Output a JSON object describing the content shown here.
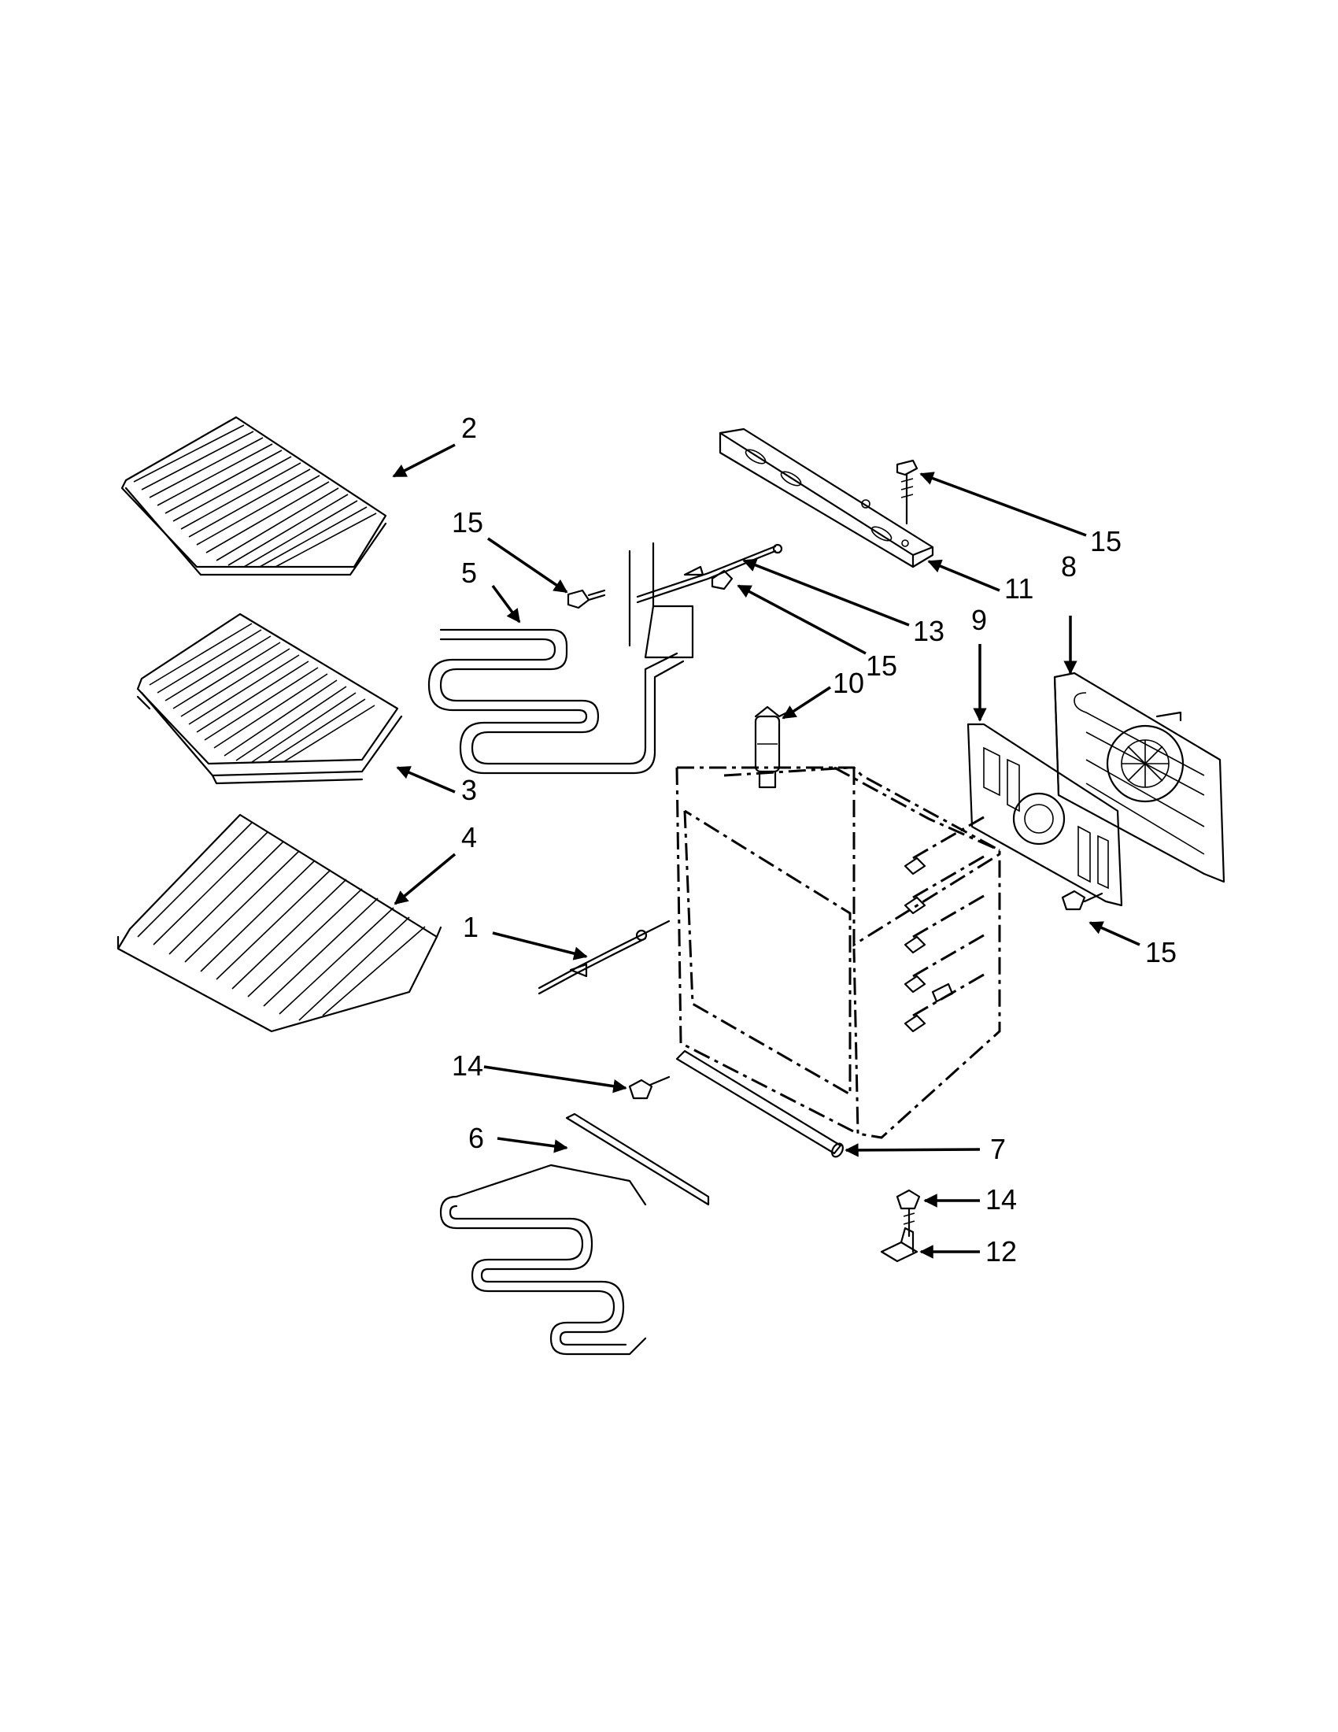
{
  "callouts": {
    "c1": "1",
    "c2": "2",
    "c3": "3",
    "c4": "4",
    "c5": "5",
    "c6": "6",
    "c7": "7",
    "c8": "8",
    "c9": "9",
    "c10": "10",
    "c11": "11",
    "c12": "12",
    "c13": "13",
    "c14a": "14",
    "c14b": "14",
    "c15a": "15",
    "c15b": "15",
    "c15c": "15",
    "c15d": "15"
  }
}
